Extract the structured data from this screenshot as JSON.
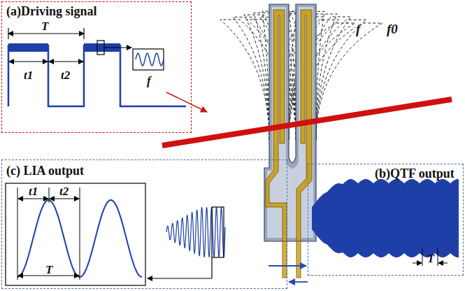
{
  "diagram": {
    "nodes": [
      {
        "text": [
          "(a)Driving signal",
          "T",
          "t1",
          "t2",
          "f"
        ]
      },
      {
        "text": [
          "(c) LIA output",
          "t1",
          "t2",
          "T"
        ]
      },
      {
        "text": [
          "(b)QTF output",
          "T"
        ]
      }
    ],
    "labels": [
      "f",
      "f0"
    ]
  }
}
